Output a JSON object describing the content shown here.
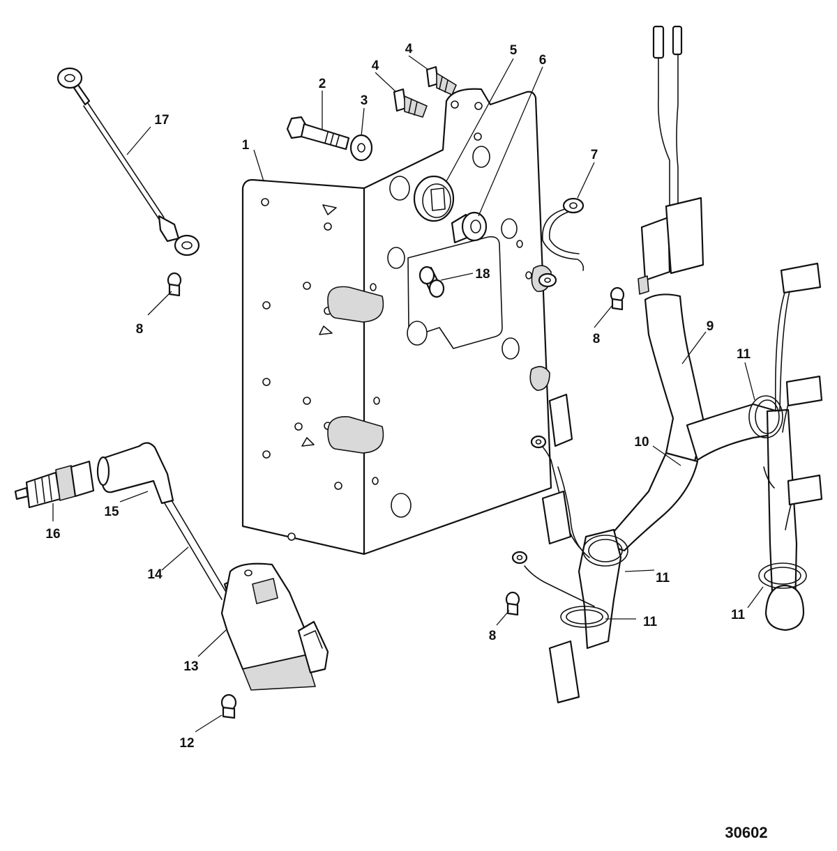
{
  "callouts": {
    "c1": "1",
    "c2": "2",
    "c3": "3",
    "c4a": "4",
    "c4b": "4",
    "c5": "5",
    "c6": "6",
    "c7": "7",
    "c8a": "8",
    "c8b": "8",
    "c8c": "8",
    "c9": "9",
    "c10": "10",
    "c11a": "11",
    "c11b": "11",
    "c11c": "11",
    "c11d": "11",
    "c12": "12",
    "c13": "13",
    "c14": "14",
    "c15": "15",
    "c16": "16",
    "c17": "17",
    "c18": "18"
  },
  "reference_number": "30602"
}
